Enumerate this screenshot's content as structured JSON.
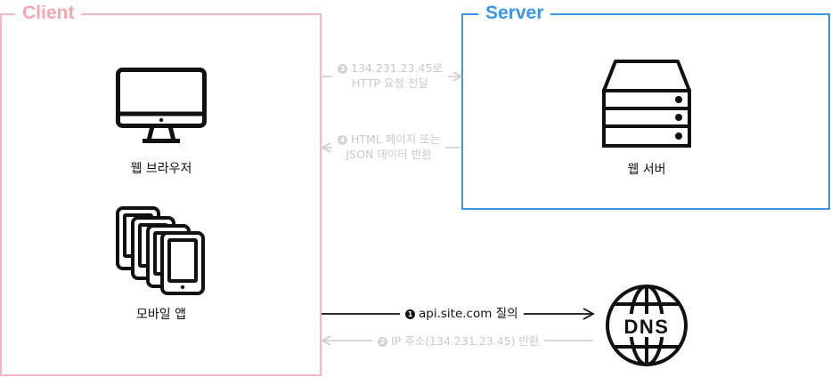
{
  "client": {
    "title": "Client"
  },
  "server": {
    "title": "Server"
  },
  "nodes": {
    "web_browser": "웹 브라우저",
    "mobile_app": "모바일 앱",
    "web_server": "웹 서버",
    "dns": "DNS"
  },
  "messages": {
    "step1": {
      "number": "1",
      "text": "api.site.com 질의"
    },
    "step2": {
      "number": "2",
      "text": "IP 주소(134.231.23.45) 반환"
    },
    "step3": {
      "number": "3",
      "line1": "134.231.23.45로",
      "line2": "HTTP 요청 전달"
    },
    "step4": {
      "number": "4",
      "line1": "HTML 페이지 또는",
      "line2": "JSON 데이터 반환"
    }
  },
  "colors": {
    "client_border": "#f2b8bd",
    "server_border": "#3a95e6",
    "arrow_dark": "#111111",
    "arrow_light": "#cccccc"
  },
  "icons": [
    "monitor-icon",
    "tablets-icon",
    "server-icon",
    "dns-globe-icon"
  ]
}
